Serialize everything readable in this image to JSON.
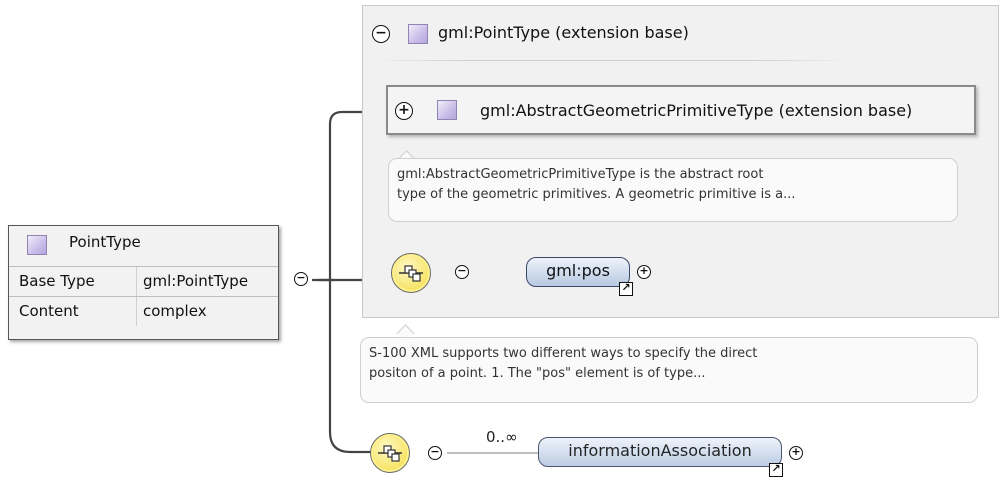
{
  "extension": {
    "title": "gml:PointType (extension base)",
    "toggle": "collapse",
    "base": {
      "title": "gml:AbstractGeometricPrimitiveType (extension base)",
      "toggle": "expand",
      "annotation": [
        "gml:AbstractGeometricPrimitiveType is the abstract root",
        "type of the geometric primitives. A geometric primitive is a..."
      ]
    },
    "element": {
      "label": "gml:pos"
    }
  },
  "complex_type": {
    "name": "PointType",
    "rows": [
      {
        "key": "Base Type",
        "value": "gml:PointType"
      },
      {
        "key": "Content",
        "value": "complex"
      }
    ]
  },
  "annotation": [
    "S-100 XML supports two different ways to specify the direct",
    "positon of a point. 1. The \"pos\" element is of type..."
  ],
  "association": {
    "cardinality": "0..∞",
    "label": "informationAssociation"
  },
  "icons": [
    "collapse-icon",
    "expand-icon",
    "sequence-icon",
    "reference-icon",
    "type-swatch-icon"
  ]
}
